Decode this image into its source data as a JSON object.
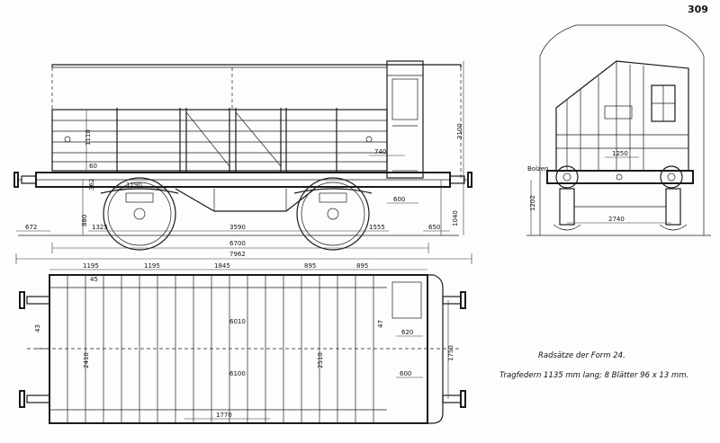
{
  "page_number": "309",
  "caption": {
    "line1": "Radsätze der Form 24.",
    "line2": "Tragfedern 1135 mm lang; 8 Blätter 96 x 13 mm."
  },
  "side_view": {
    "dims": {
      "h_1110": "1110",
      "h_3100": "3100",
      "h_1040": "1040",
      "h_880": "880",
      "v_60": "60",
      "v_362": "362",
      "s_1190": "1190",
      "s_740": "740",
      "s_600": "600",
      "s_672": "672",
      "s_1325": "1325",
      "s_3590": "3590",
      "s_1555": "1555",
      "s_650": "650",
      "len_6700": "6700",
      "len_7962": "7962"
    }
  },
  "end_view": {
    "dims": {
      "w_1250": "1250",
      "bolzen": "Bolzen",
      "h_1202": "1202",
      "w_2740": "2740"
    }
  },
  "plan_view": {
    "dims": {
      "t_1195a": "1195",
      "t_1195b": "1195",
      "t_1845": "1845",
      "t_895a": "895",
      "t_895b": "895",
      "t_45": "45",
      "l_6010": "6010",
      "l_6100": "6100",
      "w_2410": "2410",
      "w_2510": "2510",
      "w_1750": "1750",
      "s_620": "620",
      "s_600": "600",
      "s_47": "47",
      "s_43": "43",
      "b_1770": "1770"
    }
  }
}
